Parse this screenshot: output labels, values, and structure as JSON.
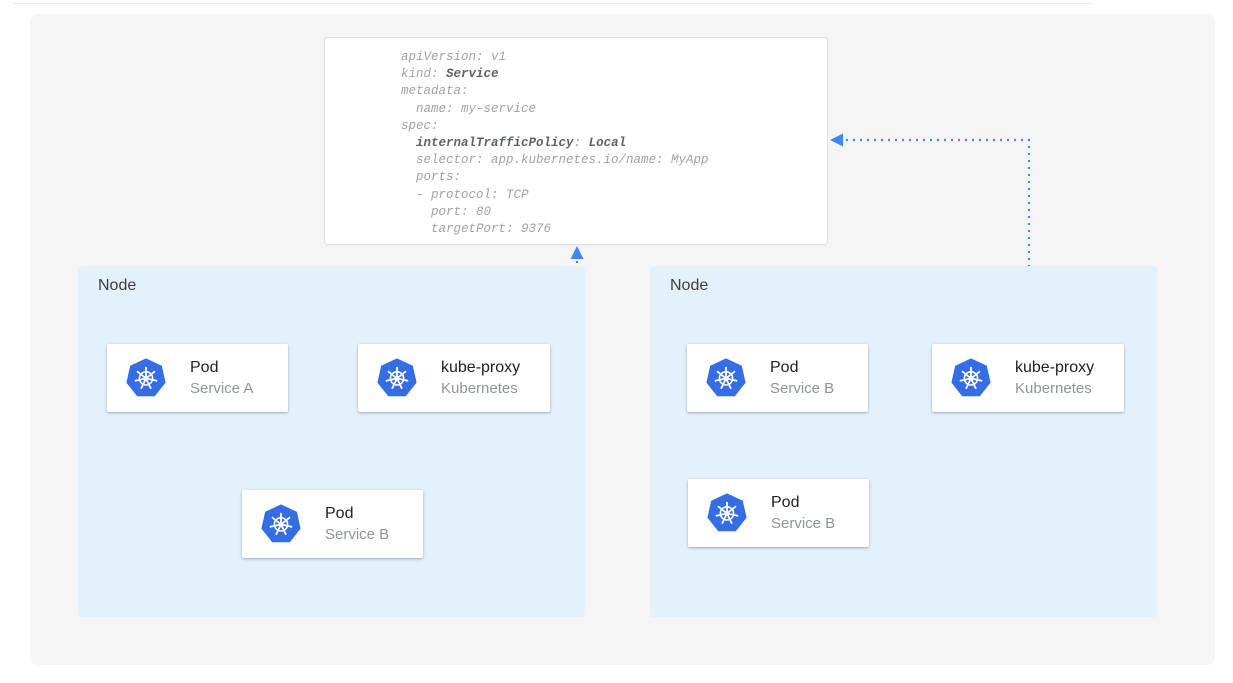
{
  "yaml": {
    "lines": [
      [
        {
          "t": "apiVersion: v1",
          "b": false
        }
      ],
      [
        {
          "t": "kind: ",
          "b": false
        },
        {
          "t": "Service",
          "b": true
        }
      ],
      [
        {
          "t": "metadata:",
          "b": false
        }
      ],
      [
        {
          "t": "  name: my-service",
          "b": false
        }
      ],
      [
        {
          "t": "spec:",
          "b": false
        }
      ],
      [
        {
          "t": "  ",
          "b": false
        },
        {
          "t": "internalTrafficPolicy",
          "b": true
        },
        {
          "t": ": ",
          "b": false
        },
        {
          "t": "Local",
          "b": true
        }
      ],
      [
        {
          "t": "  selector: app.kubernetes.io/name: MyApp",
          "b": false
        }
      ],
      [
        {
          "t": "  ports:",
          "b": false
        }
      ],
      [
        {
          "t": "  - protocol: TCP",
          "b": false
        }
      ],
      [
        {
          "t": "    port: 80",
          "b": false
        }
      ],
      [
        {
          "t": "    targetPort: 9376",
          "b": false
        }
      ]
    ]
  },
  "nodes": [
    {
      "id": "node-left",
      "label": "Node",
      "cards": [
        {
          "id": "pod-service-a",
          "title": "Pod",
          "subtitle": "Service A",
          "icon": "kubernetes-helm-icon",
          "wide": false
        },
        {
          "id": "kube-proxy-left",
          "title": "kube-proxy",
          "subtitle": "Kubernetes",
          "icon": "kubernetes-helm-icon",
          "wide": true
        },
        {
          "id": "pod-service-b-left",
          "title": "Pod",
          "subtitle": "Service B",
          "icon": "kubernetes-helm-icon",
          "wide": false
        }
      ]
    },
    {
      "id": "node-right",
      "label": "Node",
      "cards": [
        {
          "id": "pod-service-b-right-1",
          "title": "Pod",
          "subtitle": "Service B",
          "icon": "kubernetes-helm-icon",
          "wide": false
        },
        {
          "id": "kube-proxy-right",
          "title": "kube-proxy",
          "subtitle": "Kubernetes",
          "icon": "kubernetes-helm-icon",
          "wide": true
        },
        {
          "id": "pod-service-b-right-2",
          "title": "Pod",
          "subtitle": "Service B",
          "icon": "kubernetes-helm-icon",
          "wide": false
        }
      ]
    }
  ],
  "connectors": [
    {
      "id": "pod-a-to-kube-proxy",
      "style": "solid",
      "from": "pod-service-a",
      "to": "kube-proxy-left"
    },
    {
      "id": "kube-proxy-to-pod-b",
      "style": "solid",
      "from": "kube-proxy-left",
      "to": "pod-service-b-left"
    },
    {
      "id": "kube-proxy-left-to-service",
      "style": "dotted",
      "from": "kube-proxy-left",
      "to": "service-yaml"
    },
    {
      "id": "kube-proxy-right-to-service",
      "style": "dotted",
      "from": "kube-proxy-right",
      "to": "service-yaml"
    }
  ],
  "colors": {
    "arrow_blue": "#4285f4",
    "node_background": "#e3f1fd",
    "kubernetes_blue": "#356de4",
    "canvas_background": "#f5f5f6",
    "code_regular": "#a2a2a2",
    "code_bold": "#5f6368"
  }
}
